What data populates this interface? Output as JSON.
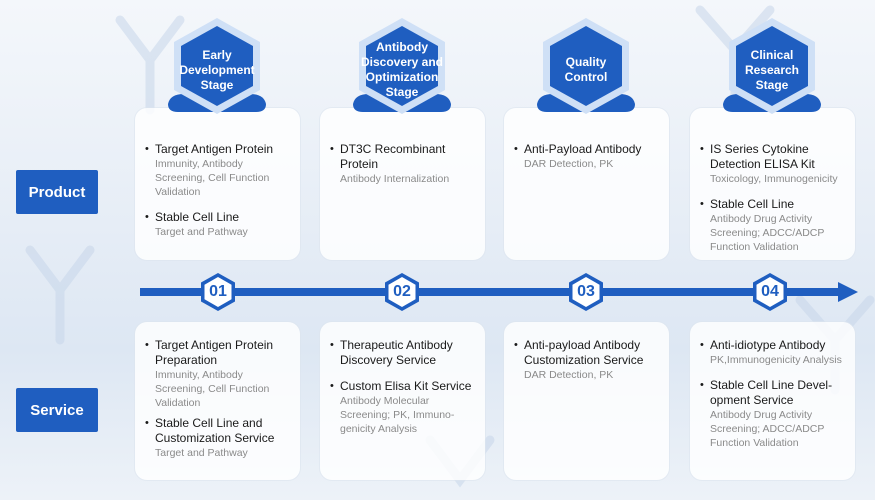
{
  "side_labels": {
    "product": "Product",
    "service": "Service"
  },
  "colors": {
    "primary": "#1f5ec0",
    "hex_outer": "#cfe0f6",
    "text_sub": "#8a8a8a"
  },
  "stages": [
    {
      "title": "Early Development Stage",
      "number": "01",
      "product": [
        {
          "title": "Target Antigen Protein",
          "sub": "Immunity, Antibody Screening, Cell Function Validation"
        },
        {
          "title": "Stable Cell Line",
          "sub": "Target and Pathway"
        }
      ],
      "service": [
        {
          "title": "Target Antigen Protein Preparation",
          "sub": "Immunity, Antibody Screening, Cell Function Validation"
        },
        {
          "title": "Stable Cell Line and Customization Service",
          "sub": "Target and Pathway"
        }
      ]
    },
    {
      "title": "Antibody Discovery and Optimization Stage",
      "number": "02",
      "product": [
        {
          "title": "DT3C Recombinant Protein",
          "sub": "Antibody Internalization"
        }
      ],
      "service": [
        {
          "title": "Therapeutic Antibody Discovery Service",
          "sub": ""
        },
        {
          "title": "Custom Elisa Kit Service",
          "sub": "Antibody Molecular Screening; PK, Immuno-genicity Analysis"
        }
      ]
    },
    {
      "title": "Quality Control",
      "number": "03",
      "product": [
        {
          "title": "Anti-Payload Antibody",
          "sub": "DAR Detection, PK"
        }
      ],
      "service": [
        {
          "title": "Anti-payload Antibody Customization Service",
          "sub": "DAR Detection, PK"
        }
      ]
    },
    {
      "title": "Clinical Research Stage",
      "number": "04",
      "product": [
        {
          "title": "IS Series Cytokine Detection ELISA Kit",
          "sub": "Toxicology, Immunogenicity"
        },
        {
          "title": "Stable Cell Line",
          "sub": "Antibody Drug Activity Screening; ADCC/ADCP Function Validation"
        }
      ],
      "service": [
        {
          "title": "Anti-idiotype Antibody",
          "sub": "PK,Immunogenicity Analysis"
        },
        {
          "title": "Stable Cell Line Devel-opment Service",
          "sub": "Antibody Drug Activity Screening; ADCC/ADCP Function Validation"
        }
      ]
    }
  ]
}
